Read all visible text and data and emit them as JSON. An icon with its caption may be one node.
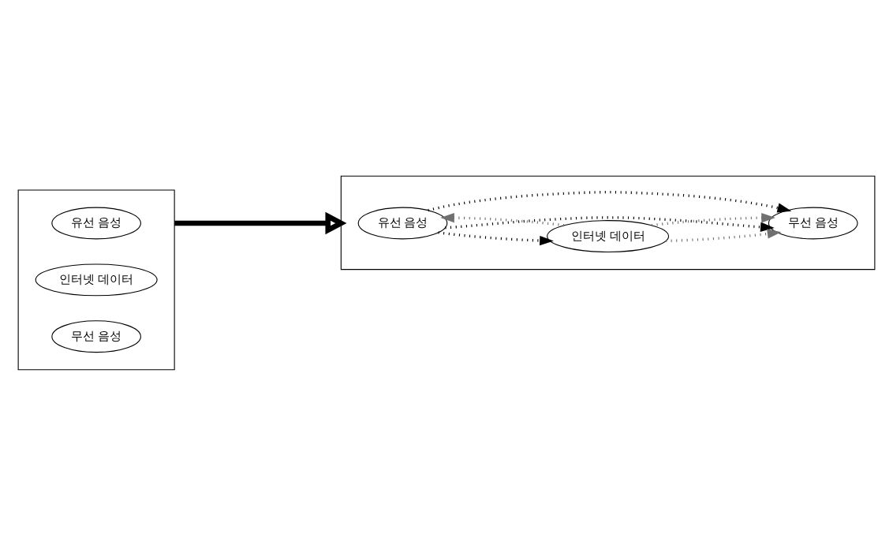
{
  "diagram": {
    "nodes": [
      {
        "text": [],
        "shape": "box"
      },
      {
        "text": [
          "유선 음성"
        ],
        "in": 0
      },
      {
        "text": [
          "인터넷 데이터"
        ],
        "in": 0
      },
      {
        "text": [
          "무선 음성"
        ],
        "in": 0
      },
      {
        "text": [],
        "shape": "box"
      },
      {
        "text": [
          "유선 음성"
        ],
        "in": 4
      },
      {
        "text": [
          "인터넷 데이터"
        ],
        "in": 4
      },
      {
        "text": [
          "무선 음성"
        ],
        "in": 4
      }
    ],
    "edges": [
      {
        "from": 0,
        "to": 4,
        "arrow": "to",
        "style": "thick"
      },
      {
        "from": 5,
        "to": 7,
        "arrow": "to",
        "style": "dashed"
      },
      {
        "from": 5,
        "to": 6,
        "arrow": "to",
        "style": "dashed"
      },
      {
        "from": 6,
        "to": 5,
        "arrow": "to",
        "style": "dashed",
        "color": "#707070"
      },
      {
        "from": 5,
        "to": 7,
        "arrow": "to",
        "style": "dashed"
      },
      {
        "from": 6,
        "to": 7,
        "arrow": "to",
        "style": "dashed",
        "color": "#707070"
      },
      {
        "from": 6,
        "to": 7,
        "arrow": "to",
        "style": "dashed",
        "color": "#707070"
      }
    ]
  }
}
